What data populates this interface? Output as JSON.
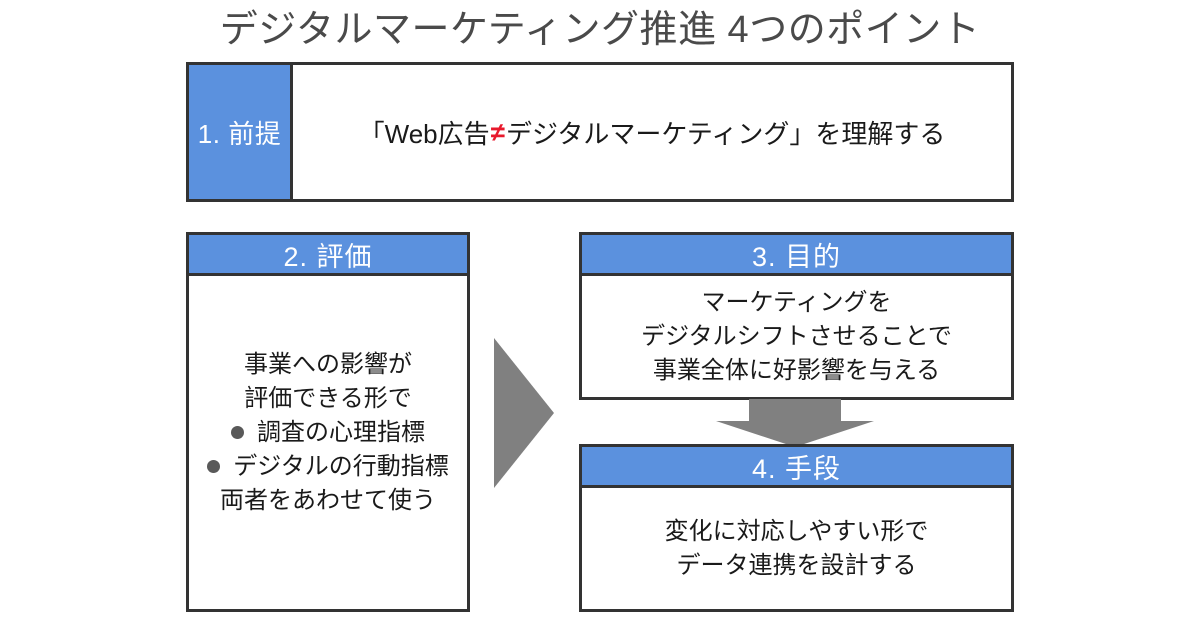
{
  "title": "デジタルマーケティング推進 4つのポイント",
  "colors": {
    "header_blue": "#5B91DE",
    "border_dark": "#333333",
    "title_gray": "#4a4a4a",
    "arrow_gray": "#808080",
    "bullet_gray": "#595959",
    "accent_red": "#E8192C"
  },
  "boxes": {
    "premise": {
      "label": "1. 前提",
      "text_before": "「Web広告",
      "symbol": "≠",
      "text_after": "デジタルマーケティング」を理解する"
    },
    "eval": {
      "header": "2. 評価",
      "lines": [
        "事業への影響が",
        "評価できる形で"
      ],
      "bullets": [
        "調査の心理指標",
        "デジタルの行動指標"
      ],
      "footer": "両者をあわせて使う"
    },
    "goal": {
      "header": "3. 目的",
      "lines": [
        "マーケティングを",
        "デジタルシフトさせることで",
        "事業全体に好影響を与える"
      ]
    },
    "means": {
      "header": "4. 手段",
      "lines": [
        "変化に対応しやすい形で",
        "データ連携を設計する"
      ]
    }
  },
  "arrows": {
    "right": "arrow-right-triangle",
    "down": "arrow-down-block"
  }
}
